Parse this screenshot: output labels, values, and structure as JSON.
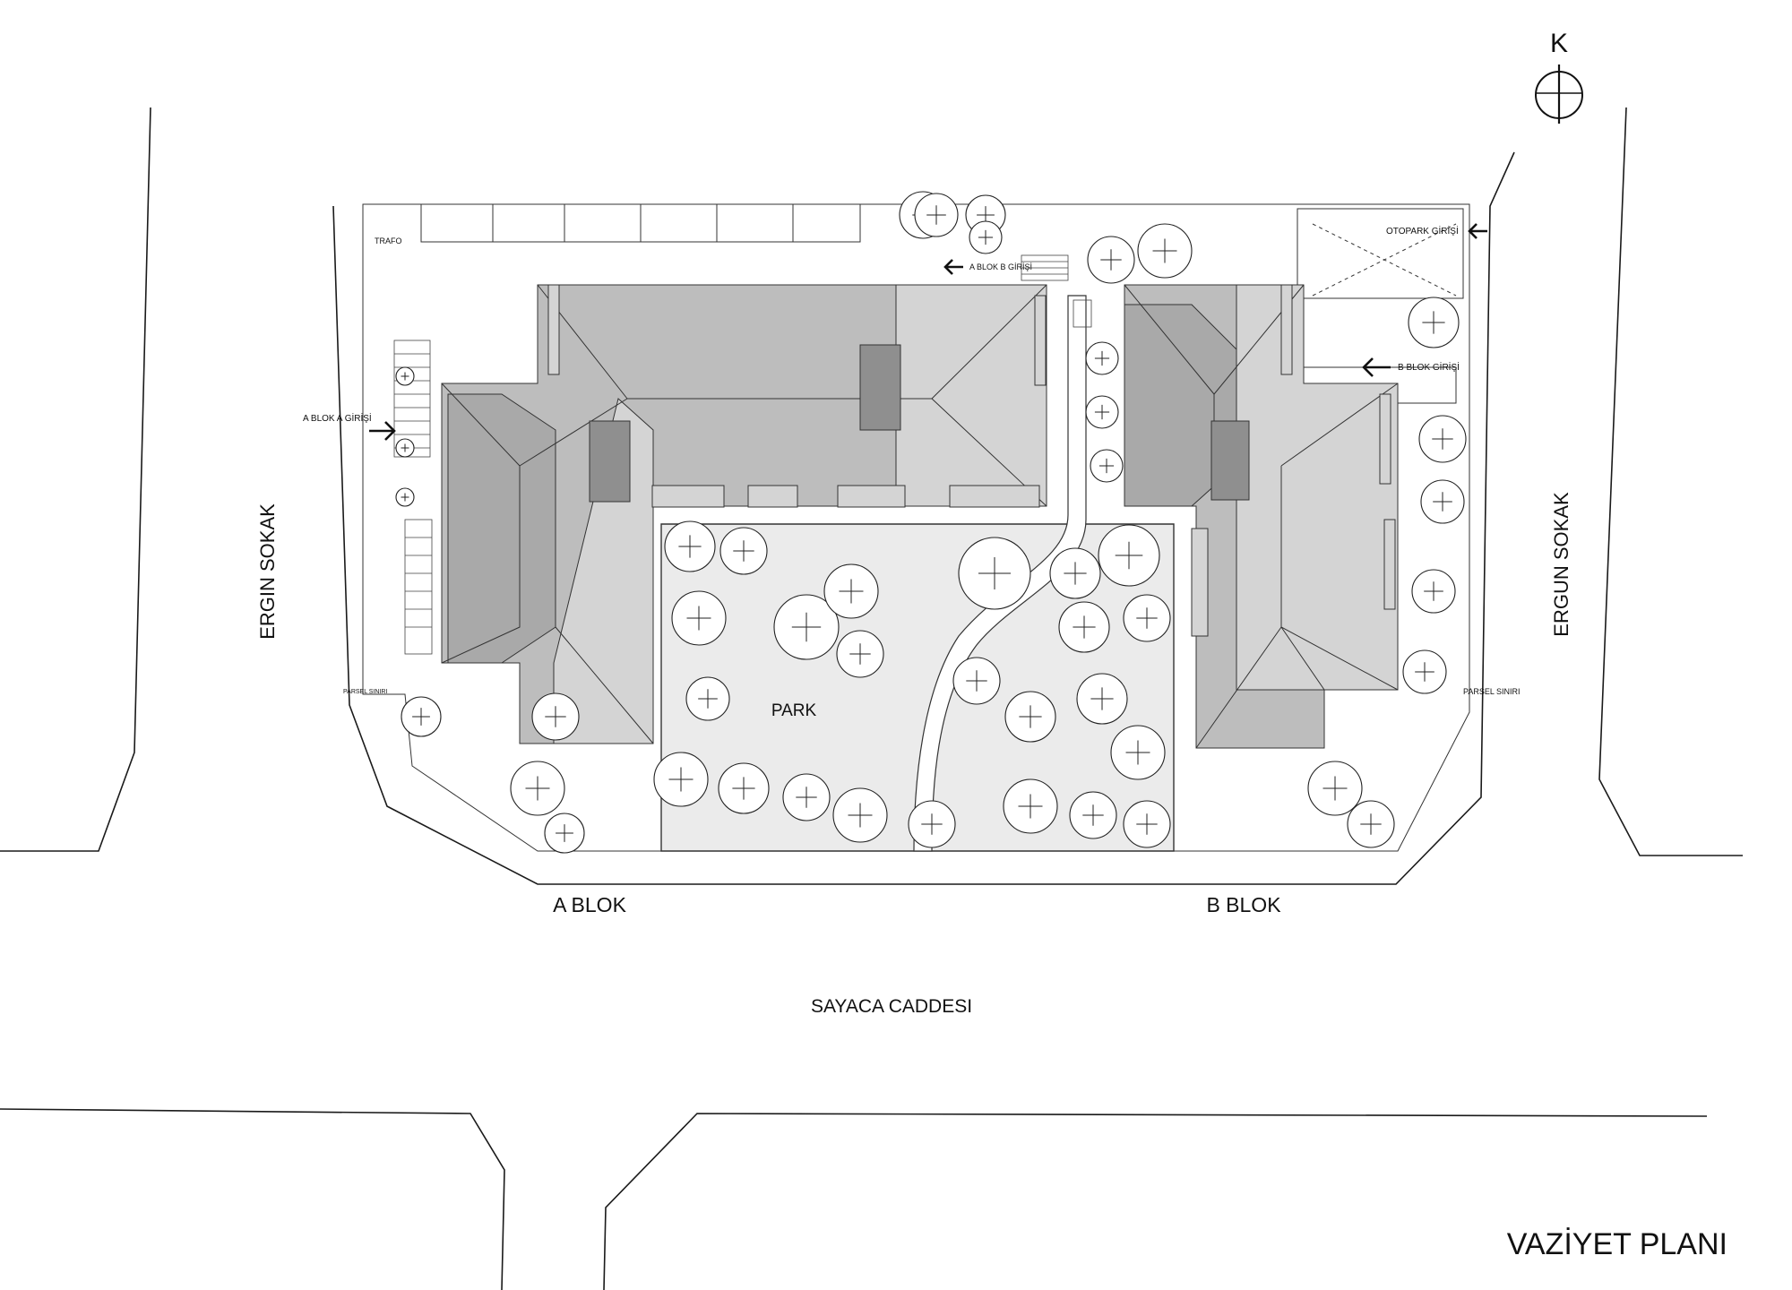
{
  "title": "VAZİYET PLANI",
  "north_label": "K",
  "streets": {
    "west": "ERGIN SOKAK",
    "east": "ERGUN SOKAK",
    "south": "SAYACA CADDESI"
  },
  "blocks": {
    "a": "A BLOK",
    "b": "B BLOK"
  },
  "park_label": "PARK",
  "annotations": {
    "trafo": "TRAFO",
    "a_blok_a_girisi": "A BLOK A GİRİŞİ",
    "a_blok_b_girisi": "A BLOK B GİRİŞİ",
    "otopark_girisi": "OTOPARK GİRİŞİ",
    "b_blok_girisi": "B BLOK GİRİŞİ",
    "parsel_siniri_left": "PARSEL SINIRI",
    "parsel_siniri_right": "PARSEL SINIRI"
  }
}
